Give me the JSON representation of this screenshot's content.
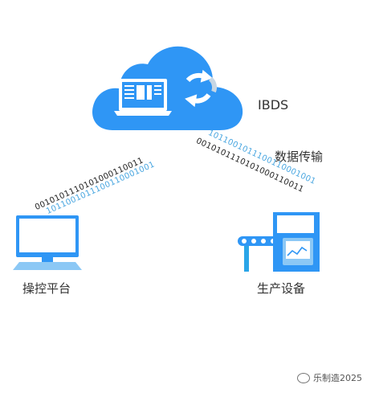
{
  "nodes": {
    "cloud_label": "IBDS",
    "platform_label": "操控平台",
    "equipment_label": "生产设备",
    "transfer_label": "数据传输"
  },
  "streams": {
    "left_dark": "0010101110101000110011",
    "left_light": "1011001011100110001001",
    "right_light": "1011001011100110001001",
    "right_dark": "0010101110101000110011"
  },
  "watermark": {
    "text": "乐制造2025",
    "icon": "wechat-icon"
  },
  "colors": {
    "primary": "#2f96f5",
    "light": "#8cc8f5",
    "bits_light": "#49a6e0",
    "text": "#333333"
  }
}
